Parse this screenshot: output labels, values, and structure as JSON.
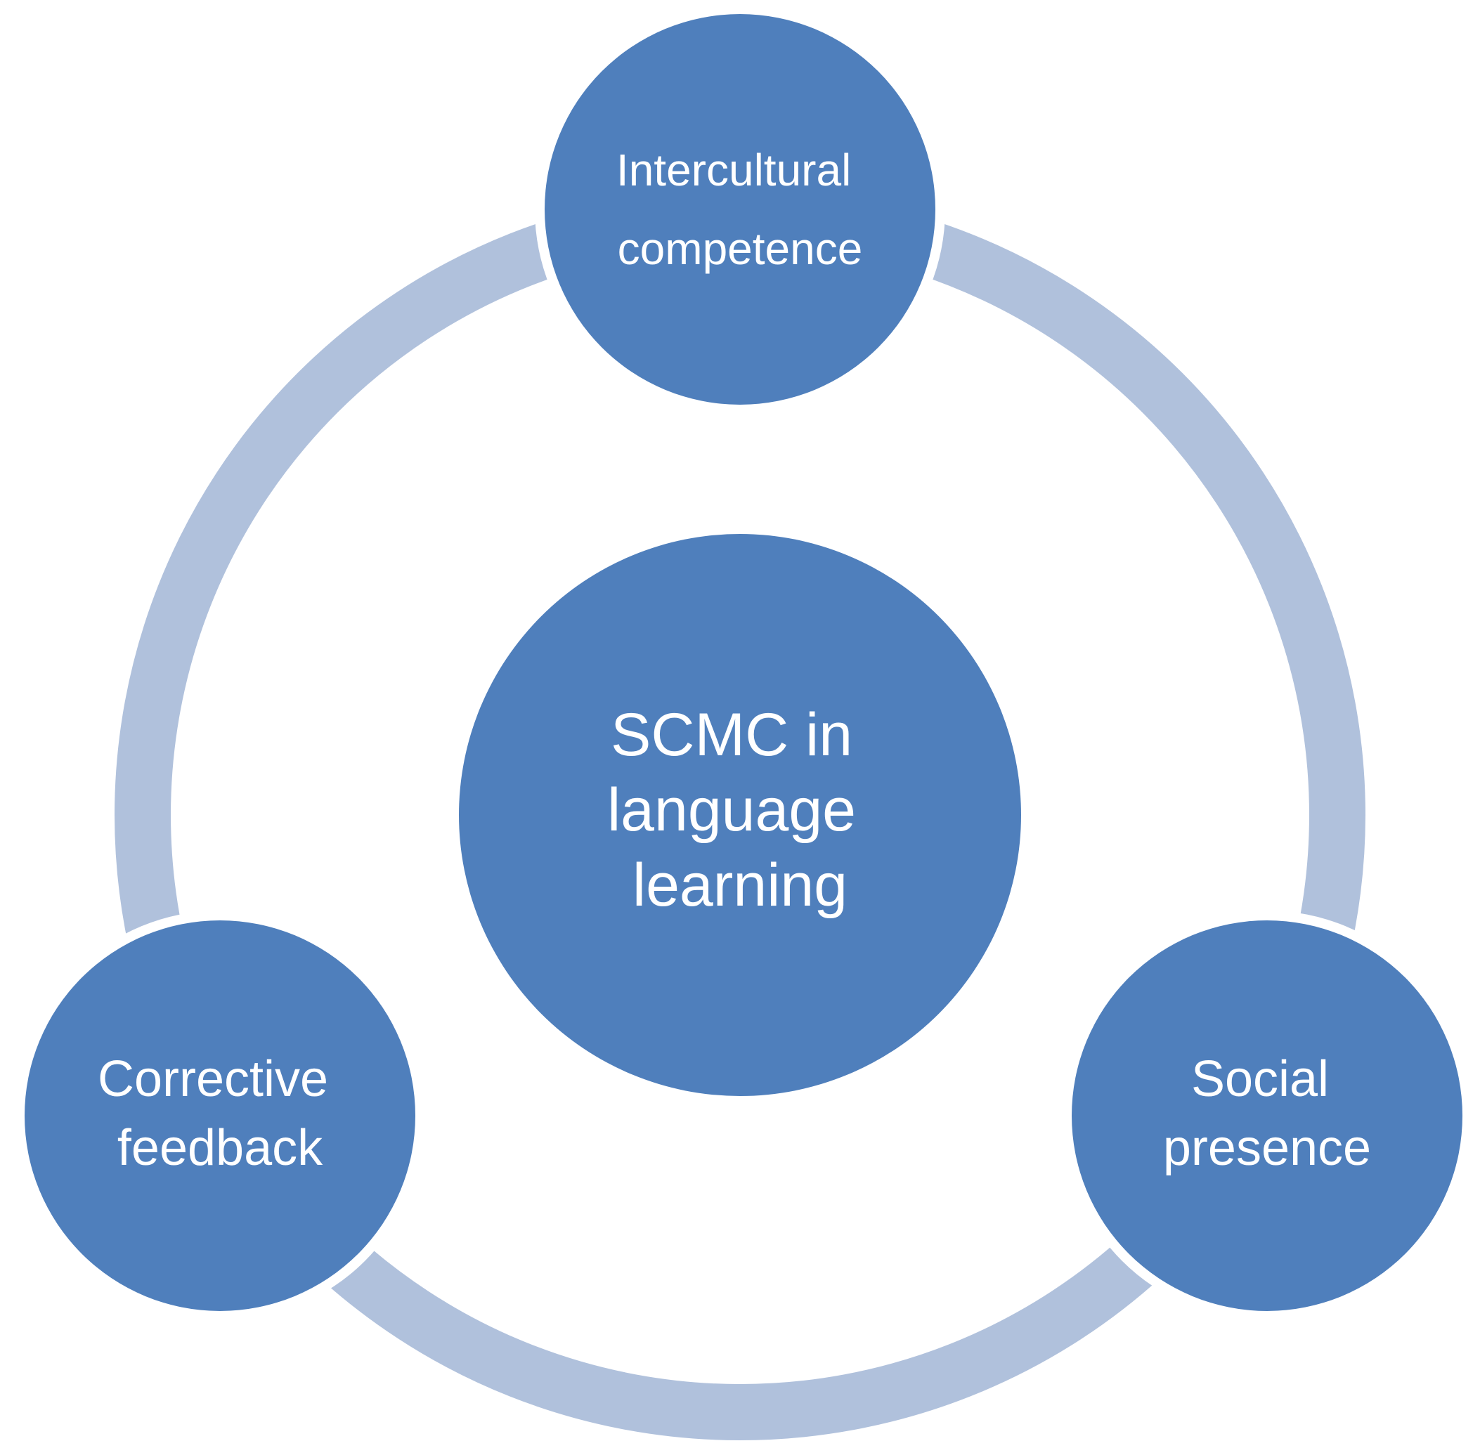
{
  "diagram": {
    "type": "cycle",
    "colors": {
      "node_fill": "#4F7FBC",
      "ring": "#B0C1DC",
      "text": "#FFFFFF",
      "background": "#FFFFFF"
    },
    "center": {
      "lines": [
        "SCMC in",
        "language",
        "learning"
      ]
    },
    "nodes": [
      {
        "id": "top",
        "lines": [
          "Intercultural",
          "competence"
        ]
      },
      {
        "id": "right",
        "lines": [
          "Social",
          "presence"
        ]
      },
      {
        "id": "left",
        "lines": [
          "Corrective",
          "feedback"
        ]
      }
    ]
  }
}
